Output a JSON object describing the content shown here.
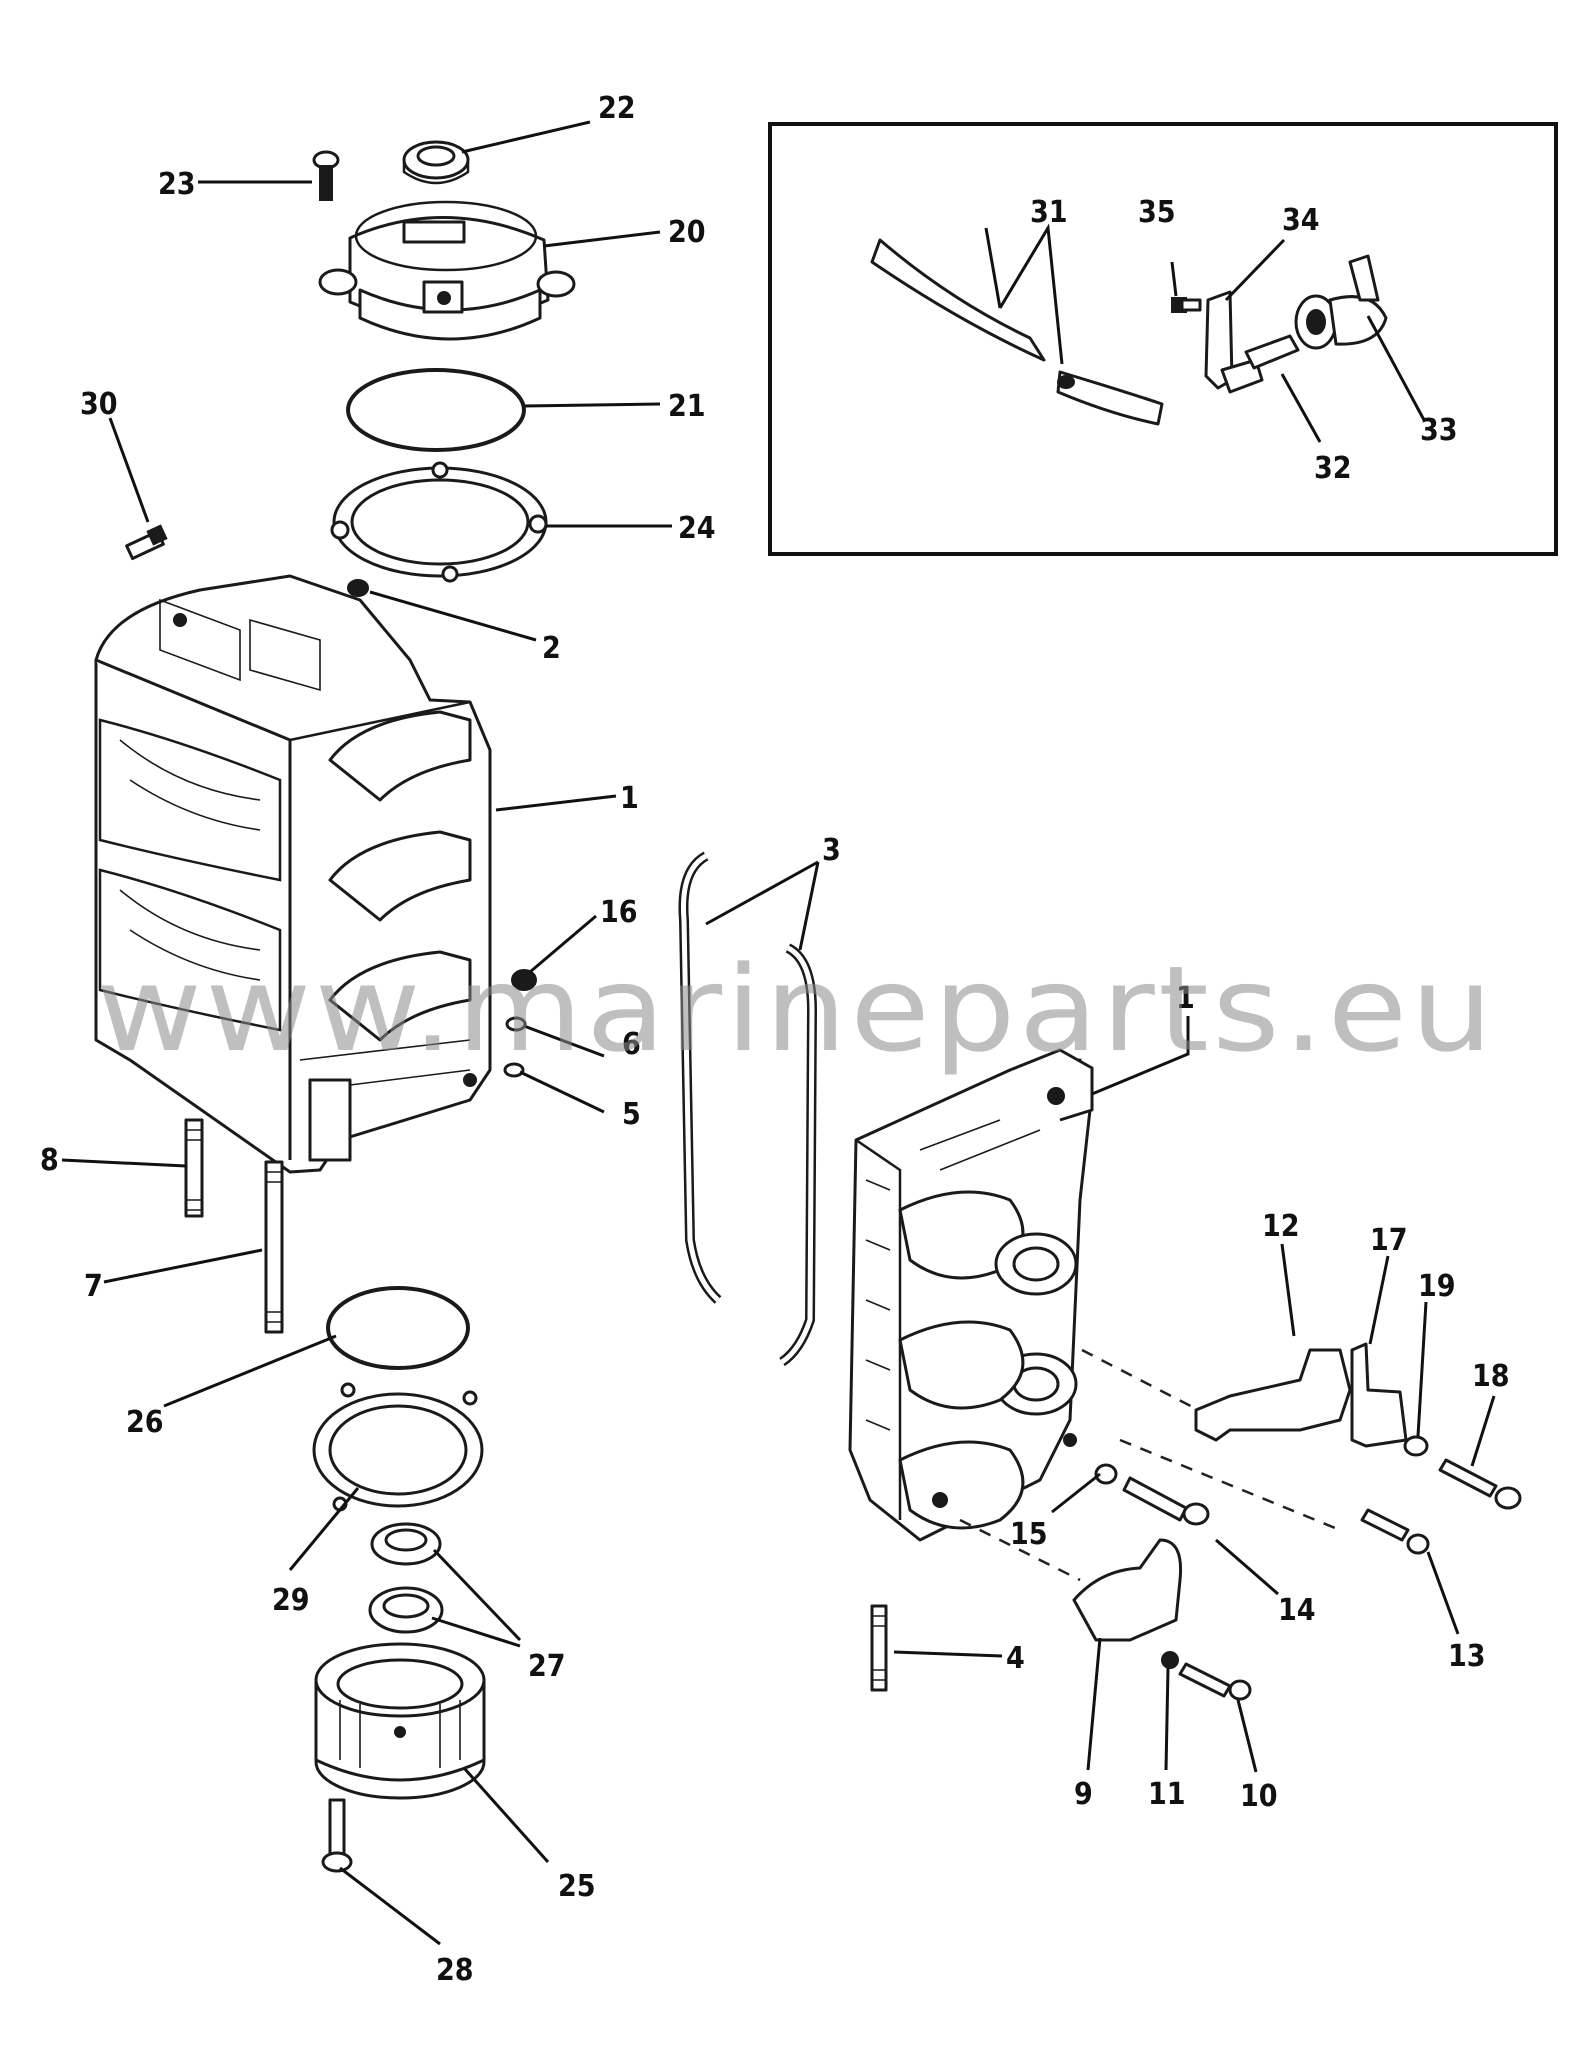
{
  "watermark": "www.marineparts.eu",
  "callouts": {
    "c1a": "1",
    "c1b": "1",
    "c2": "2",
    "c3": "3",
    "c4": "4",
    "c5": "5",
    "c6": "6",
    "c7": "7",
    "c8": "8",
    "c9": "9",
    "c10": "10",
    "c11": "11",
    "c12": "12",
    "c13": "13",
    "c14": "14",
    "c15": "15",
    "c16": "16",
    "c17": "17",
    "c18": "18",
    "c19": "19",
    "c20": "20",
    "c21": "21",
    "c22": "22",
    "c23": "23",
    "c24": "24",
    "c25": "25",
    "c26": "26",
    "c27": "27",
    "c28": "28",
    "c29": "29",
    "c30": "30",
    "c31": "31",
    "c32": "32",
    "c33": "33",
    "c34": "34",
    "c35": "35"
  }
}
